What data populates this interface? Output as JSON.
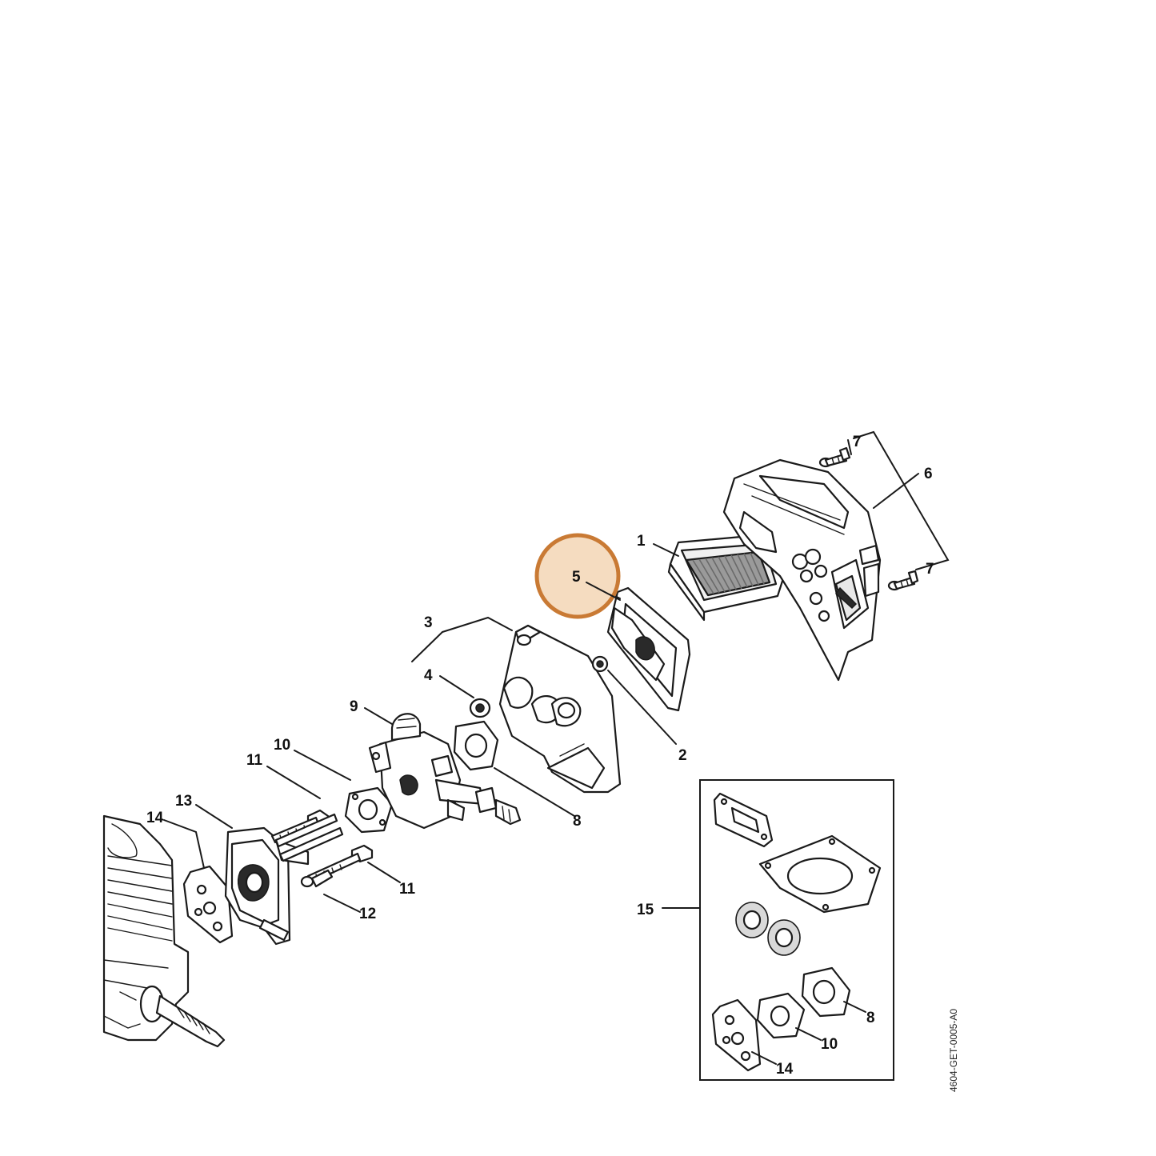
{
  "callouts": {
    "c1": "1",
    "c2": "2",
    "c3": "3",
    "c4": "4",
    "c5": "5",
    "c6": "6",
    "c7a": "7",
    "c7b": "7",
    "c8": "8",
    "c9": "9",
    "c10": "10",
    "c11a": "11",
    "c11b": "11",
    "c12": "12",
    "c13": "13",
    "c14": "14",
    "c15": "15",
    "inset8": "8",
    "inset10": "10",
    "inset14": "14"
  },
  "drawing_code": "4604-GET-0005-A0",
  "highlight": {
    "part": "5",
    "fill": "#f5dcc0",
    "stroke": "#c97a34"
  }
}
